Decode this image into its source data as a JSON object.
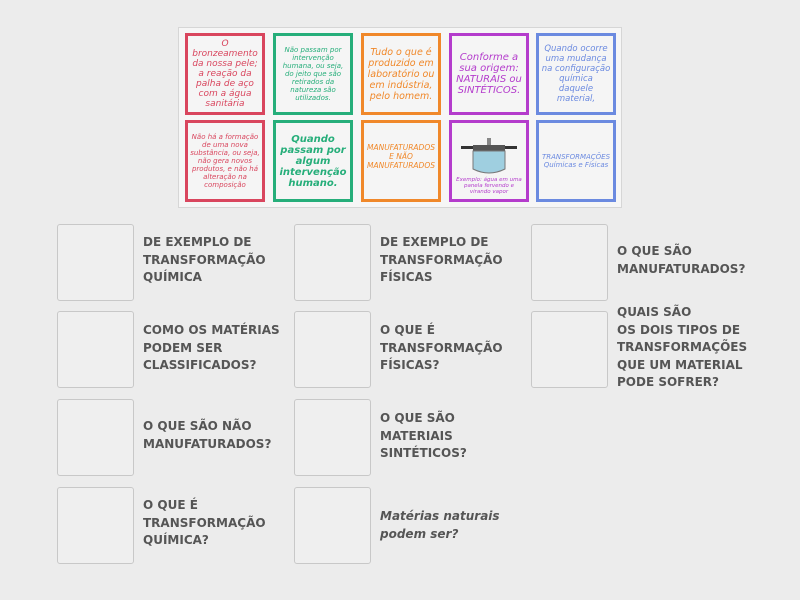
{
  "cards": [
    {
      "text": "O bronzeamento da nossa pele; a reação da palha de aço com a água sanitária",
      "color": "#d9465e"
    },
    {
      "text": "Não passam por intervenção humana, ou seja, do jeito que são retirados da natureza são utilizados.",
      "color": "#26ae7a"
    },
    {
      "text": "Tudo o que é produzido em laboratório ou em indústria, pelo homem.",
      "color": "#f0882a"
    },
    {
      "text": "Conforme a sua origem: NATURAIS ou SINTÉTICOS.",
      "color": "#b43ccc"
    },
    {
      "text": "Quando ocorre uma mudança na configuração química daquele material,",
      "color": "#6b8ae0"
    },
    {
      "text": "Não há a formação de uma nova substância, ou seja, não gera novos produtos, e não há alteração na composição",
      "color": "#d9465e"
    },
    {
      "text": "Quando passam por algum intervenção humano.",
      "color": "#26ae7a"
    },
    {
      "text": "MANUFATURADOS E NÃO MANUFATURADOS",
      "color": "#f0882a"
    },
    {
      "text": "Exemplo: água em uma panela fervendo e virando vapor",
      "color": "#b43ccc"
    },
    {
      "text": "TRANSFORMAÇÕES Químicas e Físicas",
      "color": "#6b8ae0"
    }
  ],
  "questions": [
    "DE EXEMPLO DE\nTRANSFORMAÇÃO\nQUÍMICA",
    "COMO OS MATÉRIAS\nPODEM SER\nCLASSIFICADOS?",
    "O QUE SÃO NÃO\nMANUFATURADOS?",
    "O QUE É\nTRANSFORMAÇÃO\nQUÍMICA?",
    "DE EXEMPLO DE\nTRANSFORMAÇÃO\nFÍSICAS",
    "O QUE É\nTRANSFORMAÇÃO\nFÍSICAS?",
    "O QUE SÃO\nMATERIAIS\nSINTÉTICOS?",
    "Matérias naturais\npodem ser?",
    "O QUE SÃO\nMANUFATURADOS?",
    "QUAIS SÃO\nOS DOIS TIPOS DE\nTRANSFORMAÇÕES\nQUE UM MATERIAL\nPODE SOFRER?"
  ]
}
